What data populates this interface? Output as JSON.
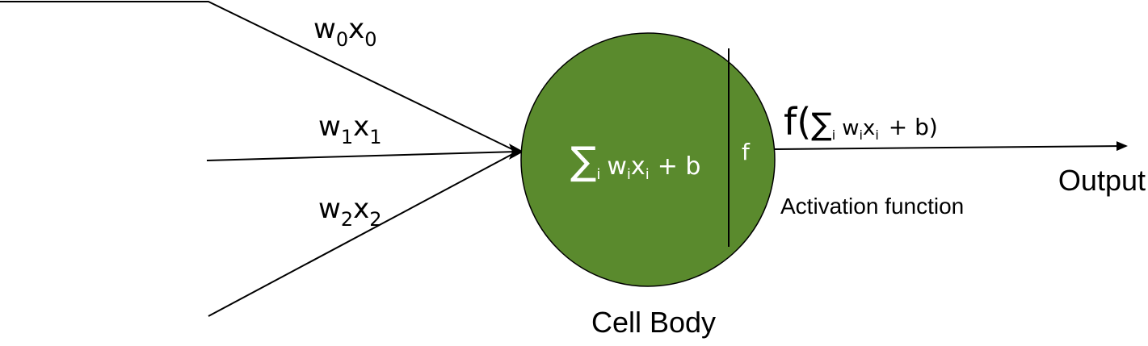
{
  "inputs": [
    {
      "weight": "w",
      "weight_index": "0",
      "var": "x",
      "var_index": "0"
    },
    {
      "weight": "w",
      "weight_index": "1",
      "var": "x",
      "var_index": "1"
    },
    {
      "weight": "w",
      "weight_index": "2",
      "var": "x",
      "var_index": "2"
    }
  ],
  "cell": {
    "sigma": "∑",
    "sigma_index": "i",
    "term_w": "w",
    "term_w_index": "i",
    "term_x": "x",
    "term_x_index": "i",
    "bias_part": "+ b",
    "activation_symbol": "f",
    "label": "Cell Body",
    "fill_color": "#5a8a2d"
  },
  "output": {
    "f_open": "f(",
    "sigma": "∑",
    "sigma_index": "i",
    "term_w": "w",
    "term_w_index": "i",
    "term_x": "x",
    "term_x_index": "i",
    "bias_close": "+ b)",
    "label": "Output",
    "activation_label": "Activation function"
  }
}
